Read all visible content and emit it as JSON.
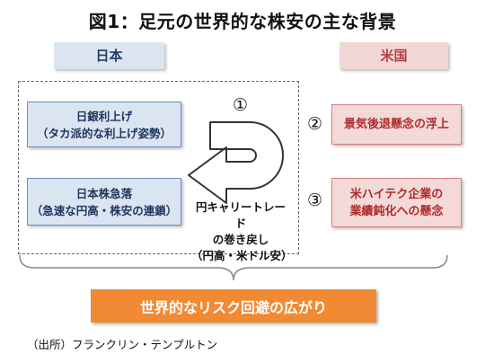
{
  "title": "図1：足元の世界的な株安の主な背景",
  "japan": {
    "header": "日本",
    "box1_line1": "日銀利上げ",
    "box1_line2": "（タカ派的な利上げ姿勢）",
    "box2_line1": "日本株急落",
    "box2_line2": "（急速な円高・株安の連鎖）"
  },
  "us": {
    "header": "米国",
    "box1": "景気後退懸念の浮上",
    "box2_line1": "米ハイテク企業の",
    "box2_line2": "業績鈍化への懸念"
  },
  "markers": {
    "m1": "①",
    "m2": "②",
    "m3": "③"
  },
  "carry_trade": {
    "line1": "円キャリートレード",
    "line2": "の巻き戻し",
    "line3": "（円高・米ドル安）"
  },
  "result": "世界的なリスク回避の広がり",
  "source": "（出所）フランクリン・テンプルトン",
  "colors": {
    "japan_fill": "#dbe5f1",
    "japan_text": "#1f3660",
    "us_fill": "#f4d9d9",
    "us_text": "#b02a2a",
    "result_fill": "#f28a33",
    "arrow_fill": "#ffffff"
  }
}
